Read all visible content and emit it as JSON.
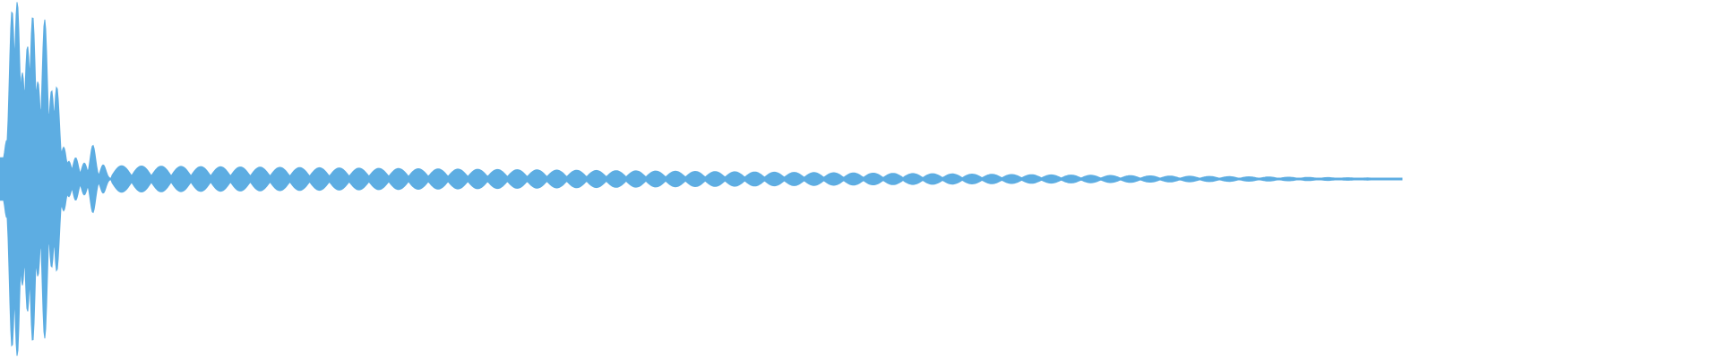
{
  "waveform": {
    "color": "#5dade2",
    "background": "#ffffff",
    "envelope": {
      "attack_bursts": [
        {
          "t": 0.0,
          "amp": 0.1
        },
        {
          "t": 0.004,
          "amp": 0.22
        },
        {
          "t": 0.007,
          "amp": 0.95
        },
        {
          "t": 0.01,
          "amp": 1.0
        },
        {
          "t": 0.013,
          "amp": 0.6
        },
        {
          "t": 0.016,
          "amp": 0.75
        },
        {
          "t": 0.019,
          "amp": 0.92
        },
        {
          "t": 0.022,
          "amp": 0.55
        },
        {
          "t": 0.026,
          "amp": 0.9
        },
        {
          "t": 0.03,
          "amp": 0.5
        },
        {
          "t": 0.033,
          "amp": 0.52
        },
        {
          "t": 0.037,
          "amp": 0.18
        },
        {
          "t": 0.04,
          "amp": 0.1
        },
        {
          "t": 0.044,
          "amp": 0.12
        },
        {
          "t": 0.049,
          "amp": 0.09
        },
        {
          "t": 0.054,
          "amp": 0.19
        },
        {
          "t": 0.06,
          "amp": 0.08
        }
      ],
      "ripple_start": 0.065,
      "ripple_end": 0.815,
      "ripple_period": 0.0115,
      "ripple_amp_start": 0.075,
      "ripple_amp_end": 0.004
    }
  }
}
